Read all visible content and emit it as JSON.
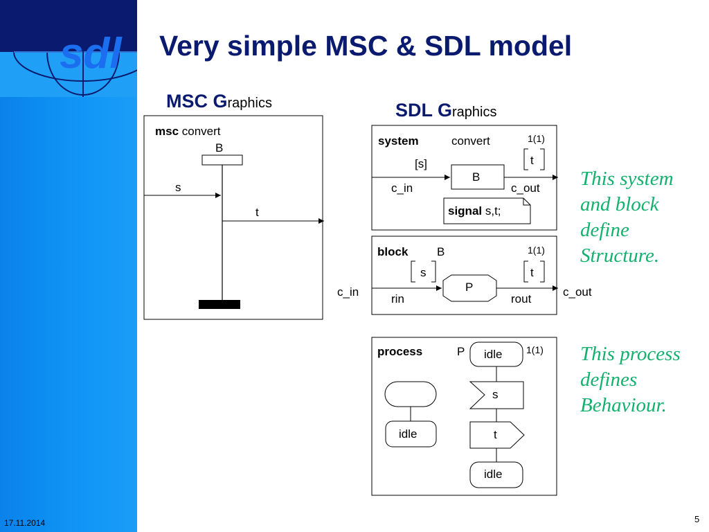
{
  "title": "Very simple MSC & SDL model",
  "msc_header": {
    "big": "MSC G",
    "small": "raphics"
  },
  "sdl_header": {
    "big": "SDL G",
    "small": "raphics"
  },
  "msc": {
    "keyword": "msc",
    "name": "convert",
    "instance": "B",
    "msg_in": "s",
    "msg_out": "t"
  },
  "system": {
    "keyword": "system",
    "name": "convert",
    "page": "1(1)",
    "signal_in": "[s]",
    "signal_out": "t",
    "block": "B",
    "channel_in": "c_in",
    "channel_out": "c_out",
    "signal_keyword": "signal",
    "signal_list": "s,t;"
  },
  "block": {
    "keyword": "block",
    "name": "B",
    "page": "1(1)",
    "signal_in": "s",
    "signal_out": "t",
    "process": "P",
    "channel_in": "c_in",
    "channel_out": "c_out",
    "route_in": "rin",
    "route_out": "rout"
  },
  "process": {
    "keyword": "process",
    "name": "P",
    "page": "1(1)",
    "state_top": "idle",
    "input_signal": "s",
    "output_signal": "t",
    "state_after": "idle",
    "start_next_state": "idle"
  },
  "notes": {
    "structure": [
      "This system",
      "and block",
      "define",
      "Structure."
    ],
    "behaviour": [
      "This process",
      "defines",
      "Behaviour."
    ]
  },
  "footer": {
    "date": "17.11.2014",
    "page_number": "5"
  },
  "colors": {
    "title": "#0a1a6e",
    "sidebar": "#0f8ff2",
    "note": "#13b06e",
    "logo": "#0a1a6e"
  }
}
